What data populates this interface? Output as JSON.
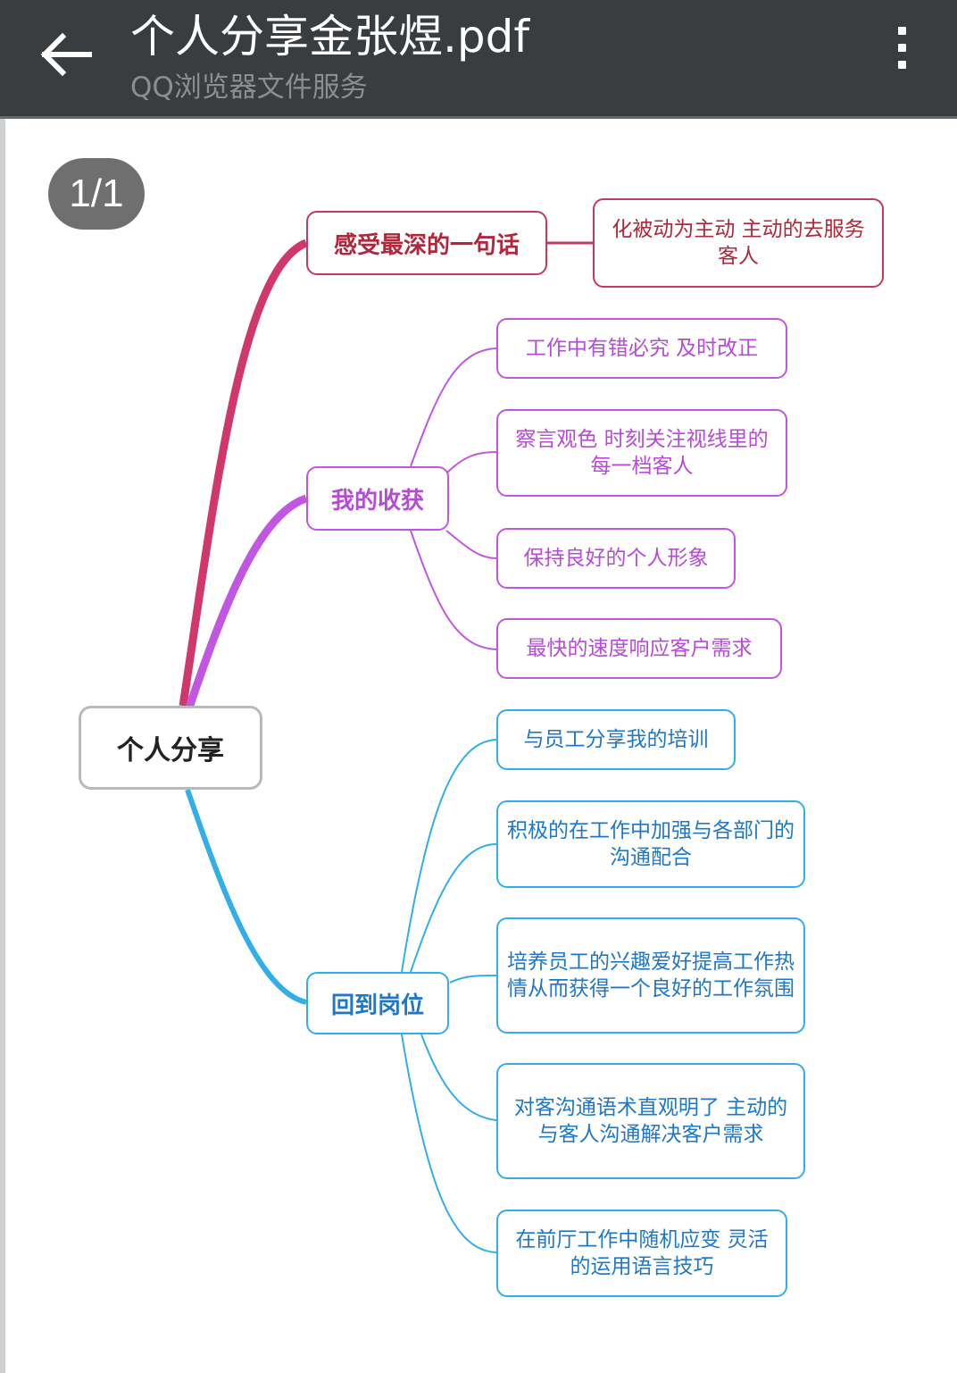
{
  "header": {
    "title": "个人分享金张煜.pdf",
    "subtitle": "QQ浏览器文件服务"
  },
  "pager": {
    "label": "1/1"
  },
  "mindmap": {
    "root": "个人分享",
    "branches": [
      {
        "label": "感受最深的一句话",
        "color": "#c23a5c",
        "children": [
          "化被动为主动 主动的去服务客人"
        ]
      },
      {
        "label": "我的收获",
        "color": "#c157e0",
        "children": [
          "工作中有错必究 及时改正",
          "察言观色 时刻关注视线里的每一档客人",
          "保持良好的个人形象",
          "最快的速度响应客户需求"
        ]
      },
      {
        "label": "回到岗位",
        "color": "#32aee8",
        "children": [
          "与员工分享我的培训",
          "积极的在工作中加强与各部门的沟通配合",
          "培养员工的兴趣爱好提高工作热情从而获得一个良好的工作氛围",
          "对客沟通语术直观明了 主动的与客人沟通解决客户需求",
          "在前厅工作中随机应变 灵活的运用语言技巧"
        ]
      }
    ]
  }
}
